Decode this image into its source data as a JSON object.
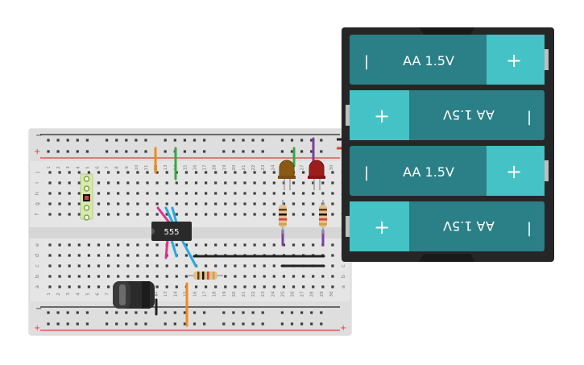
{
  "breadboard": {
    "rail_minus": "−",
    "rail_plus": "+",
    "row_letters_top": [
      "j",
      "i",
      "h",
      "g",
      "f"
    ],
    "row_letters_bottom": [
      "e",
      "d",
      "c",
      "b",
      "a"
    ],
    "columns": 30
  },
  "chip": {
    "label": "555"
  },
  "battery": {
    "cells": [
      {
        "label": "AA 1.5V",
        "minus": "|",
        "plus": "+",
        "flipped": false
      },
      {
        "label": "AA 1.5V",
        "minus": "|",
        "plus": "+",
        "flipped": true
      },
      {
        "label": "AA 1.5V",
        "minus": "|",
        "plus": "+",
        "flipped": false
      },
      {
        "label": "AA 1.5V",
        "minus": "|",
        "plus": "+",
        "flipped": true
      }
    ]
  },
  "colors": {
    "board": "#e8e8e8",
    "rail_red": "#e33b3b",
    "rail_blue": "#222222",
    "hole": "#3c3c3c",
    "wire_orange": "#f08a1c",
    "wire_green": "#3aa648",
    "wire_purple": "#7a3fa0",
    "wire_pink": "#e0338a",
    "wire_blue": "#2aa7e0",
    "wire_black": "#222222",
    "led_yellow": "#8a5a14",
    "led_red": "#9e1c1c",
    "battery_case": "#262626",
    "cell_dark": "#2b7f86",
    "cell_light": "#45c2c6"
  }
}
